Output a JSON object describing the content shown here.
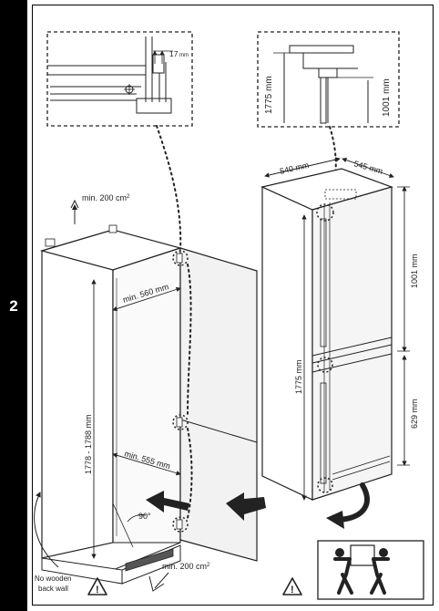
{
  "step": "2",
  "labels": {
    "hinge_gap": "17",
    "hinge_gap_unit": "mm",
    "detail_height_1": "1775 mm",
    "detail_height_2": "1001 mm",
    "width_540": "540 mm",
    "depth_545": "545 mm",
    "upper_section": "1001 mm",
    "lower_section": "629 mm",
    "appliance_height": "1775 mm",
    "niche_height": "1778 - 1788 mm",
    "niche_width_560": "min. 560 mm",
    "niche_width_555": "min. 555 mm",
    "vent_top": "min. 200 cm",
    "vent_top_sup": "2",
    "vent_bottom": "min. 200 cm",
    "vent_bottom_sup": "2",
    "angle": "90°",
    "no_back_wall_1": "No wooden",
    "no_back_wall_2": "back wall"
  },
  "icons": {
    "warning": "warning-triangle-icon",
    "two_person": "two-person-lift-icon"
  },
  "colors": {
    "sidebar": "#000000",
    "line": "#222222",
    "panel": "#f2f2f2"
  }
}
